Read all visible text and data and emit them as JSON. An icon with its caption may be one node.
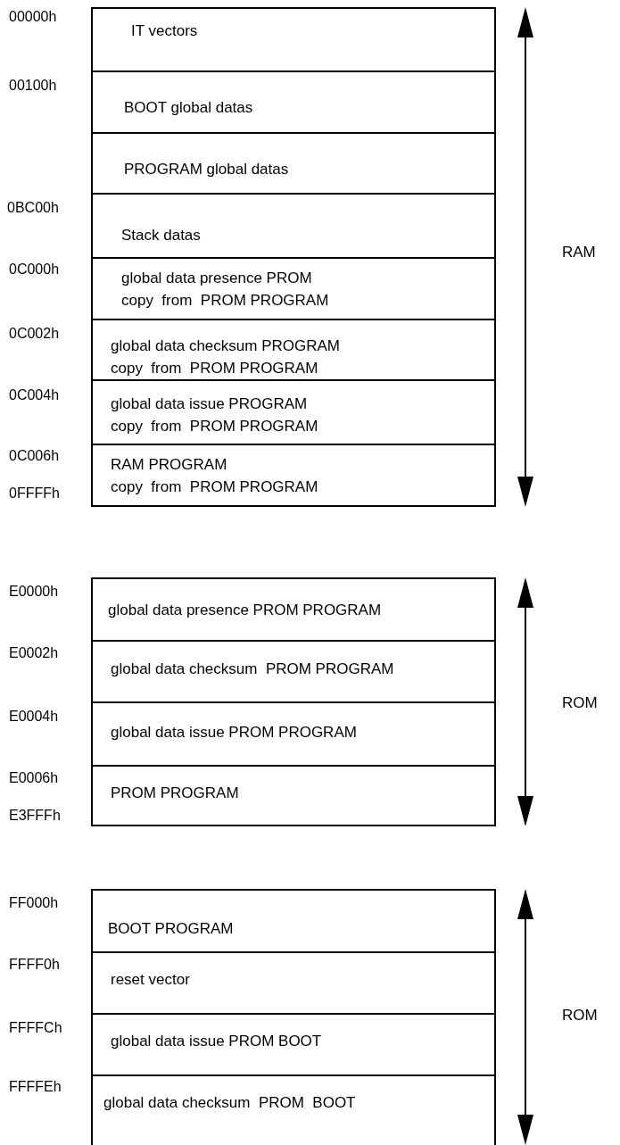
{
  "diagram": {
    "nodes": [
      {
        "text": [],
        "shape": "box"
      },
      {
        "text": [
          "IT vectors"
        ],
        "in": 0
      },
      {
        "text": [
          "BOOT global datas"
        ],
        "in": 0
      },
      {
        "text": [
          "PROGRAM global datas"
        ],
        "in": 0
      },
      {
        "text": [
          "Stack datas"
        ],
        "in": 0
      },
      {
        "text": [
          "global data presence PROM",
          "copy  from  PROM PROGRAM"
        ],
        "in": 0
      },
      {
        "text": [
          "global data checksum PROGRAM",
          "copy  from  PROM PROGRAM"
        ],
        "in": 0
      },
      {
        "text": [
          "global data issue PROGRAM",
          "copy  from  PROM PROGRAM"
        ],
        "in": 0
      },
      {
        "text": [
          "RAM PROGRAM",
          "copy  from  PROM PROGRAM"
        ],
        "in": 0
      },
      {
        "text": [],
        "shape": "box"
      },
      {
        "text": [
          "global data presence PROM PROGRAM"
        ],
        "in": 9
      },
      {
        "text": [
          "global data checksum  PROM PROGRAM"
        ],
        "in": 9
      },
      {
        "text": [
          "global data issue PROM PROGRAM"
        ],
        "in": 9
      },
      {
        "text": [
          "PROM PROGRAM"
        ],
        "in": 9
      },
      {
        "text": [],
        "shape": "box"
      },
      {
        "text": [
          "BOOT PROGRAM"
        ],
        "in": 14
      },
      {
        "text": [
          "reset vector"
        ],
        "in": 14
      },
      {
        "text": [
          "global data issue PROM BOOT"
        ],
        "in": 14
      },
      {
        "text": [
          "global data checksum  PROM  BOOT"
        ],
        "in": 14
      }
    ],
    "edges": [],
    "labels": [
      "00000h",
      "00100h",
      "0BC00h",
      "RAM",
      "0C000h",
      "0C002h",
      "0C004h",
      "0C006h",
      "0FFFFh",
      "E0000h",
      "E0002h",
      "ROM",
      "E0004h",
      "E0006h",
      "E3FFFh",
      "FF000h",
      "FFFF0h",
      "ROM",
      "FFFFCh",
      "FFFFEh"
    ]
  }
}
